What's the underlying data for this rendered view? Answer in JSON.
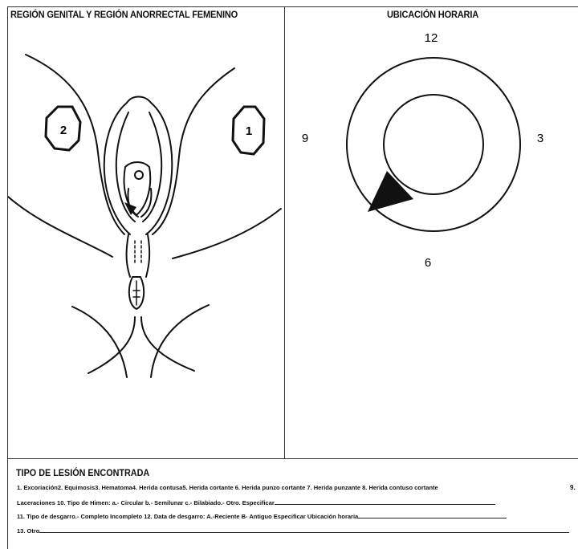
{
  "left_panel": {
    "title": "REGIÓN GENITAL Y REGIÓN ANORRECTAL FEMENINO",
    "marker_1": "1",
    "marker_2": "2"
  },
  "right_panel": {
    "title": "UBICACIÓN HORARIA",
    "clock_12": "12",
    "clock_3": "3",
    "clock_6": "6",
    "clock_9": "9"
  },
  "section": {
    "title": "TIPO DE LESIÓN ENCONTRADA",
    "line1": "1. Excoriación2. Equimosis3. Hematoma4. Herida contusa5. Herida cortante    6. Herida punzo cortante    7. Herida punzante    8. Herida contuso cortante",
    "line1_extra": "9.",
    "line2": "Laceraciones 10. Tipo de Himen: a.- Circular b.- Semilunar c.- Bilabiado.- Otro. Especificar",
    "line3": "11. Tipo de desgarro.- Completo     Incompleto   12. Data de desgarro: A.-Reciente  B- Antiguo   Especificar Ubicación horaria",
    "line4": "13. Otro"
  }
}
